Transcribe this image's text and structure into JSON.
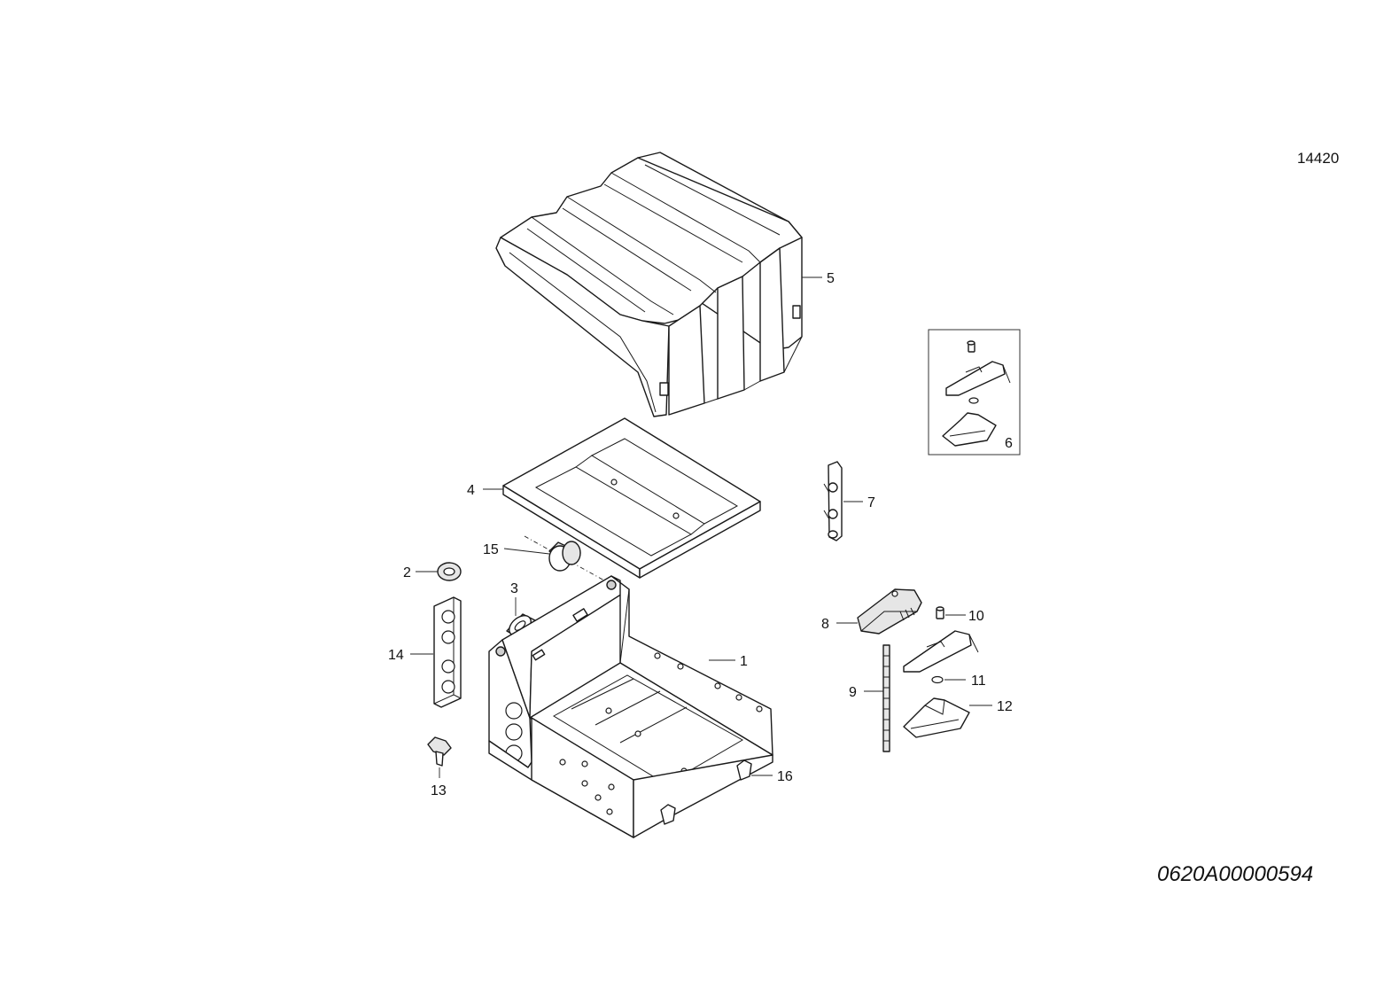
{
  "reference_number": "14420",
  "drawing_id": "0620A00000594",
  "callouts": [
    {
      "id": "1",
      "label": "1"
    },
    {
      "id": "2",
      "label": "2"
    },
    {
      "id": "3",
      "label": "3"
    },
    {
      "id": "4",
      "label": "4"
    },
    {
      "id": "5",
      "label": "5"
    },
    {
      "id": "6",
      "label": "6"
    },
    {
      "id": "7",
      "label": "7"
    },
    {
      "id": "8",
      "label": "8"
    },
    {
      "id": "9",
      "label": "9"
    },
    {
      "id": "10",
      "label": "10"
    },
    {
      "id": "11",
      "label": "11"
    },
    {
      "id": "12",
      "label": "12"
    },
    {
      "id": "13",
      "label": "13"
    },
    {
      "id": "14",
      "label": "14"
    },
    {
      "id": "15",
      "label": "15"
    },
    {
      "id": "16",
      "label": "16"
    }
  ]
}
